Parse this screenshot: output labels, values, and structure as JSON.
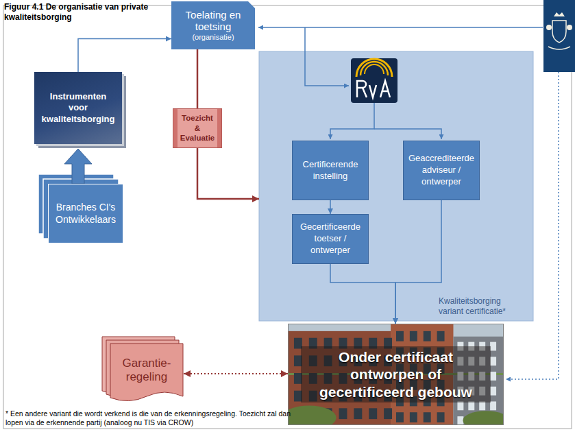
{
  "diagram": {
    "title": "Figuur 4.1 De organisatie van private kwaliteitsborging",
    "nodes": [
      {
        "text": [
          "Toelating en toetsing",
          "(organisatie)"
        ]
      },
      {
        "text": [
          "Instrumenten voor kwaliteitsborging"
        ]
      },
      {
        "text": [
          "Branches CI's Ontwikkelaars"
        ]
      },
      {
        "text": [
          "Toezicht & Evaluatie"
        ]
      },
      {
        "text": [
          "Kwaliteitsborging variant certificatie*"
        ]
      },
      {
        "text": [
          "Certificerende instelling"
        ],
        "in": 4
      },
      {
        "text": [
          "Geaccrediteerde adviseur / ontwerper"
        ],
        "in": 4
      },
      {
        "text": [
          "Gecertificeerde toetser / ontwerper"
        ],
        "in": 4
      },
      {
        "text": [
          "Onder certificaat ontworpen of gecertificeerd gebouw"
        ]
      },
      {
        "text": [
          "Garantie-regeling"
        ]
      }
    ],
    "edges": [
      {
        "from": 2,
        "to": 1,
        "arrow": "to"
      },
      {
        "from": 1,
        "to": 0,
        "arrow": "to"
      },
      {
        "from": 0,
        "to": 3,
        "arrow": "none"
      },
      {
        "from": 3,
        "to": 4,
        "arrow": "to"
      },
      {
        "from": 5,
        "to": 7,
        "arrow": "to"
      },
      {
        "from": 7,
        "to": 8,
        "arrow": "to"
      },
      {
        "from": 6,
        "to": 8,
        "arrow": "to"
      },
      {
        "from": 9,
        "to": 8,
        "arrow": "both"
      }
    ],
    "labels": [
      "* Een andere variant die wordt verkend is die van de erkenningsregeling. Toezicht zal dan lopen via de erkennende partij (analoog nu TIS via CROW)"
    ]
  }
}
